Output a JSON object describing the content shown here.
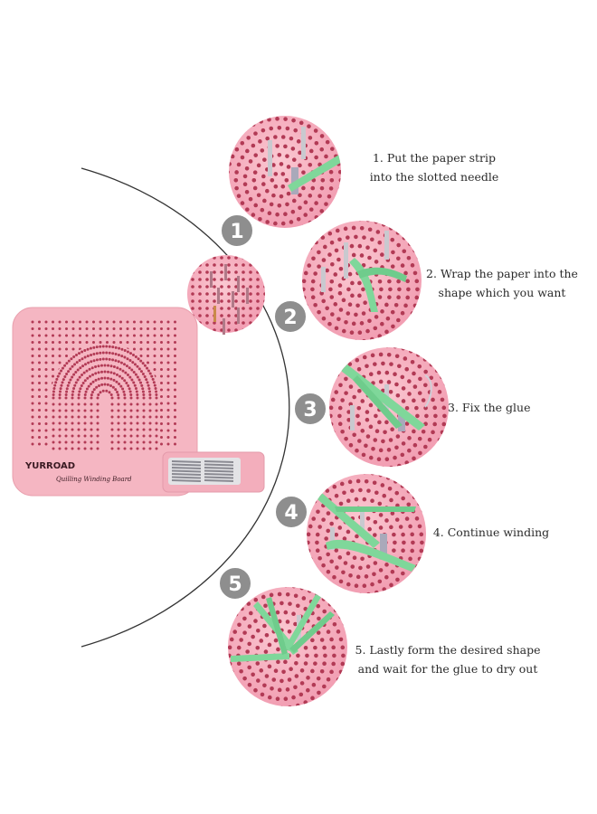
{
  "product": {
    "brand": "YURROAD",
    "name": "Quilling Winding Board"
  },
  "steps": [
    {
      "number": "1",
      "lines": [
        "1. Put the paper strip",
        "into the slotted needle"
      ]
    },
    {
      "number": "2",
      "lines": [
        "2. Wrap the paper into the",
        "shape which you want"
      ]
    },
    {
      "number": "3",
      "lines": [
        "3. Fix the glue"
      ]
    },
    {
      "number": "4",
      "lines": [
        "4. Continue winding"
      ]
    },
    {
      "number": "5",
      "lines": [
        "5. Lastly form the desired shape",
        "and wait for the glue to dry out"
      ]
    }
  ],
  "colors": {
    "board_pink": "#f5b6c2",
    "board_pink_dark": "#e9a0ae",
    "hole": "#b23a55",
    "badge": "#8e8e8e",
    "strip_green": "#7fd79a",
    "needle": "#c9c9cf"
  }
}
